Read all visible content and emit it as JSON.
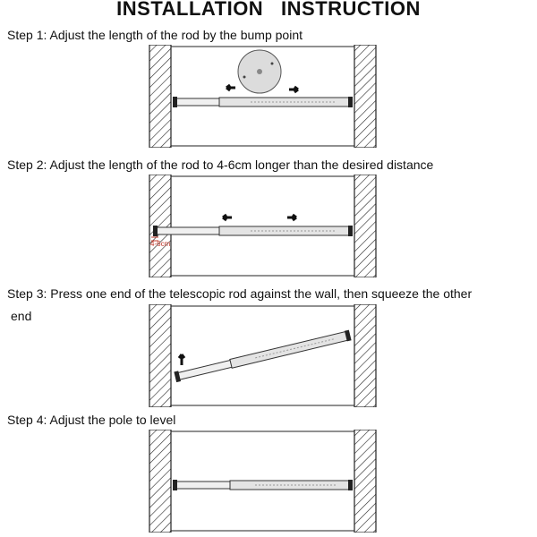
{
  "title": "INSTALLATION   INSTRUCTION",
  "steps": [
    {
      "text": "Step 1: Adjust the length of the rod by the bump point"
    },
    {
      "text": "Step 2: Adjust the length of the rod to 4-6cm longer than the desired distance"
    },
    {
      "text": "Step 3: Press one end of the telescopic rod against the wall, then squeeze the other",
      "continuation": "end"
    },
    {
      "text": "Step 4: Adjust the pole to level"
    }
  ],
  "annotation_cm": "4-6cm",
  "colors": {
    "text": "#111111",
    "accent": "#c0392b",
    "rod": "#dddddd"
  }
}
